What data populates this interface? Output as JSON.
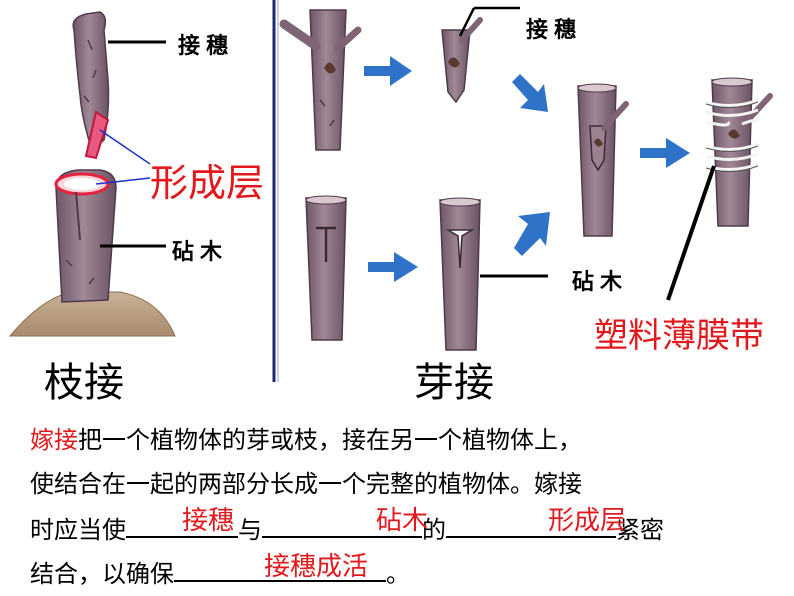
{
  "labels": {
    "scion_left": "接穗",
    "cambium": "形成层",
    "stock_left": "砧木",
    "scion_right": "接穗",
    "stock_right": "砧木",
    "film": "塑料薄膜带",
    "branch_grafting": "枝接",
    "bud_grafting": "芽接"
  },
  "text": {
    "term": "嫁接",
    "line1_rest": "把一个植物体的芽或枝，接在另一个植物体上，",
    "line2": "使结合在一起的两部分长成一个完整的植物体。嫁接",
    "line3_start": "时应当使",
    "line3_mid1": "与",
    "line3_mid2": "的",
    "line3_end": "紧密",
    "line4_start": "结合，以确保",
    "line4_end": "。"
  },
  "answers": {
    "a1": "接穗",
    "a2": "砧木",
    "a3": "形成层",
    "a4": "接穗成活"
  },
  "colors": {
    "bark": "#8d7280",
    "bark_dark": "#5b4656",
    "arrow": "#2f73c9",
    "red": "#e3181c",
    "blue_line": "#1a2fcc",
    "divider": "#1c2a70"
  }
}
